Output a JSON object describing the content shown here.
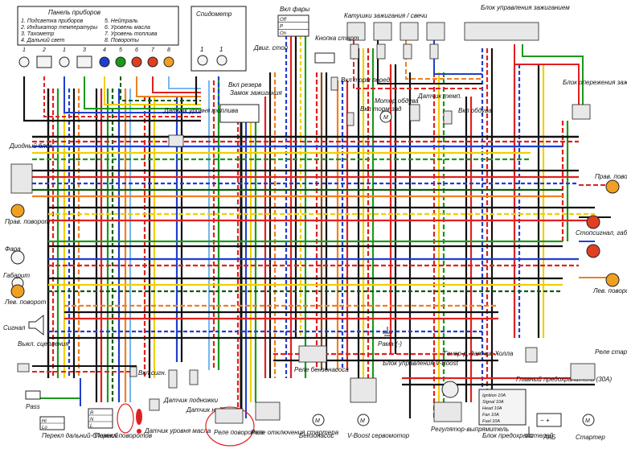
{
  "legend": {
    "title": "Панель приборов",
    "items": [
      "1. Подсветка приборов",
      "2. Индикатор температуры",
      "3. Тахометр",
      "4. Дальний свет",
      "5. Нейтраль",
      "6. Уровень масла",
      "7. Уровень топлива",
      "8. Повороты"
    ],
    "numbers": [
      "1",
      "2",
      "1",
      "3",
      "4",
      "5",
      "6",
      "7",
      "8"
    ]
  },
  "speedo": {
    "title": "Спидометр",
    "numbers": [
      "1",
      "1"
    ]
  },
  "labels": {
    "headlight_sw": "Вкл фары",
    "ignition_coils": "Катушки зажигания / свечи",
    "ecu": "Блок управления зажиганием",
    "ignition_advance": "Блок опережения зажигания",
    "start_button": "Кнопка старт",
    "engine_stop": "Двиг. стоп",
    "reserve_sw": "Вкл резерв",
    "ignition_lock": "Замок зажигания",
    "brake_front": "Вкл торм перед.",
    "brake_rear": "Вкл торм зад",
    "blower_motor": "Мотор обдува",
    "temp_sensor": "Датчик темп.",
    "blower_sw": "Вкл обдува",
    "fuel_sensor": "Датчик уровня топлива",
    "diode_block": "Диодный блок",
    "right_turn_r": "Прав. поворот",
    "right_turn_l": "Прав. поворот",
    "headlight": "Фара",
    "parking": "Габарит",
    "left_turn_l": "Лев. поворот",
    "stoplight": "Стопсигнал, габариты",
    "left_turn_r": "Лев. поворот",
    "horn": "Сигнал",
    "clutch_sw": "Выкл. сцепления",
    "pass": "Pass",
    "hi_lo_sw": "Перекл дальний-ближний",
    "turn_sw": "Перекл поворотов",
    "oil_sensor": "Датчик уровня масла",
    "horn_sw": "Вкл сигн.",
    "stand_sensor": "Датчик подножки",
    "neutral_sensor": "Датчик нейтрали",
    "turn_relay": "Реле поворотов",
    "starter_cutoff": "Реле отключения стартера",
    "fuel_pump_relay": "Реле бензонасоса",
    "fuel_pump": "Бензонасос",
    "vboost_ecu": "Блок управления V-Boost",
    "vboost_servo": "V-Boost сервомотор",
    "frame": "Рама (-)",
    "generator": "Генер-р, датчик Холла",
    "regulator": "Регулятор-выпрямитель",
    "fuse_block": "Блок предохранителей",
    "main_fuse": "Главный предохранитель (30А)",
    "starter_relay": "Реле стартера",
    "battery": "АКБ",
    "starter": "Стартер"
  },
  "switch_table": {
    "rows": [
      "Off",
      "P",
      "On"
    ]
  },
  "hi_lo_table": {
    "rows": [
      "Hi",
      "Lo"
    ]
  },
  "turn_table": {
    "rows": [
      "R",
      "N",
      "L"
    ]
  },
  "fuses": [
    "Ignition 10A",
    "Signal 10A",
    "Head 10A",
    "Fan 10A",
    "Fuel 10A"
  ],
  "colors": {
    "black": "#111111",
    "red": "#e02020",
    "orange": "#f08020",
    "yellow": "#f0d000",
    "green": "#1a9a1a",
    "dgreen": "#0b5e0b",
    "blue": "#1f3fd0",
    "lblue": "#79b8f0",
    "brown": "#8a4a1a",
    "gray": "#8a8a8a",
    "white": "#ffffff",
    "violet": "#8040a0"
  }
}
